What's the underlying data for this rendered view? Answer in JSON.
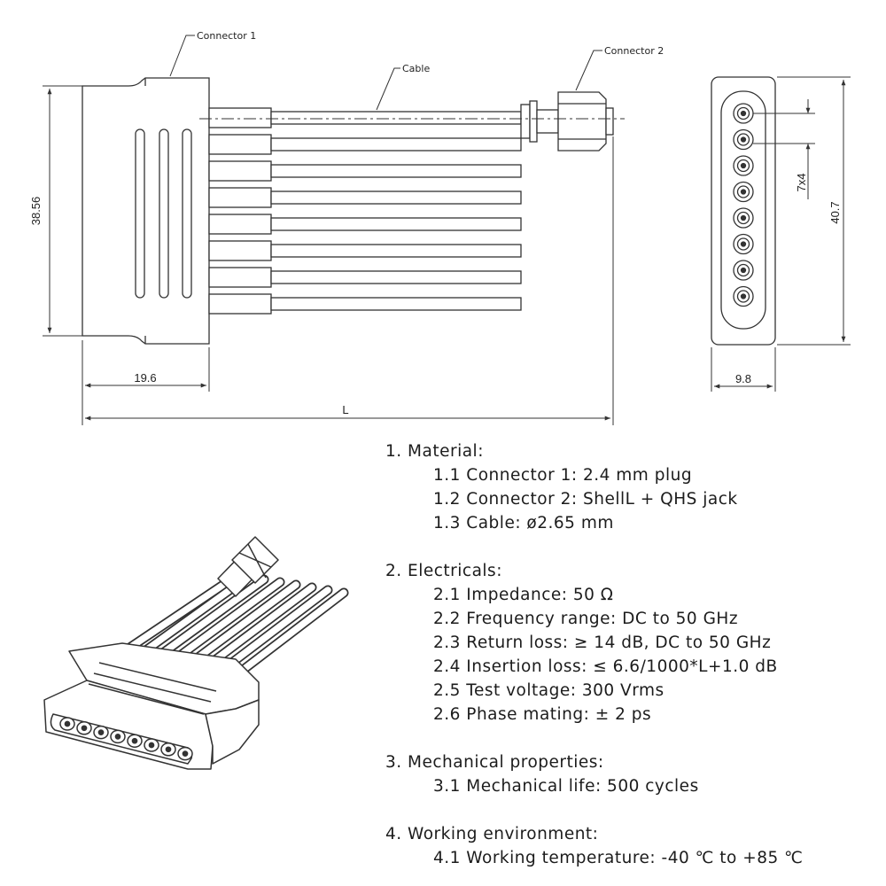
{
  "callouts": {
    "connector1": "Connector 1",
    "connector2": "Connector 2",
    "cable": "Cable"
  },
  "dimensions": {
    "height_side": "38.56",
    "body_length": "19.6",
    "overall_length": "L",
    "pitch": "7x4",
    "height_front": "40.7",
    "width_front": "9.8"
  },
  "specs": [
    {
      "title": "1. Material:",
      "items": [
        "1.1 Connector 1: 2.4 mm plug",
        "1.2 Connector 2: ShellL + QHS jack",
        "1.3 Cable: ø2.65 mm"
      ]
    },
    {
      "title": "2. Electricals:",
      "items": [
        "2.1 Impedance: 50 Ω",
        "2.2 Frequency range: DC to 50 GHz",
        "2.3 Return loss: ≥ 14 dB, DC to 50 GHz",
        "2.4 Insertion loss: ≤ 6.6/1000*L+1.0 dB",
        "2.5 Test voltage: 300 Vrms",
        "2.6 Phase mating: ± 2 ps"
      ]
    },
    {
      "title": "3. Mechanical properties:",
      "items": [
        "3.1 Mechanical life: 500 cycles"
      ]
    },
    {
      "title": "4. Working environment:",
      "items": [
        "4.1 Working temperature: -40 ℃ to +85 ℃"
      ]
    }
  ]
}
